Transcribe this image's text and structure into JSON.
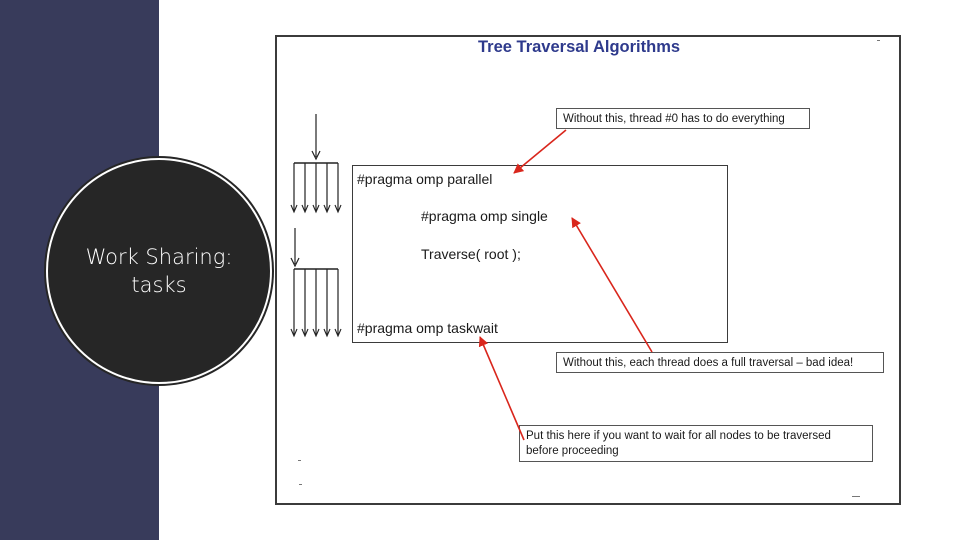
{
  "sidebar": {
    "title_line1": "Work Sharing:",
    "title_line2": "tasks"
  },
  "slide": {
    "heading": "Tree Traversal Algorithms",
    "code": {
      "line1": "#pragma omp parallel",
      "line2": "#pragma omp single",
      "line3": "Traverse( root );",
      "line4": "#pragma omp taskwait"
    },
    "callouts": {
      "parallel": "Without this, thread #0 has to do everything",
      "single": "Without this, each thread does a full traversal – bad idea!",
      "taskwait_line1": "Put this here if you want to wait for all nodes to be traversed",
      "taskwait_line2": "before proceeding"
    }
  },
  "colors": {
    "band": "#383b5b",
    "circle": "#262626",
    "heading": "#2e3a8c",
    "arrow": "#d9261c"
  }
}
